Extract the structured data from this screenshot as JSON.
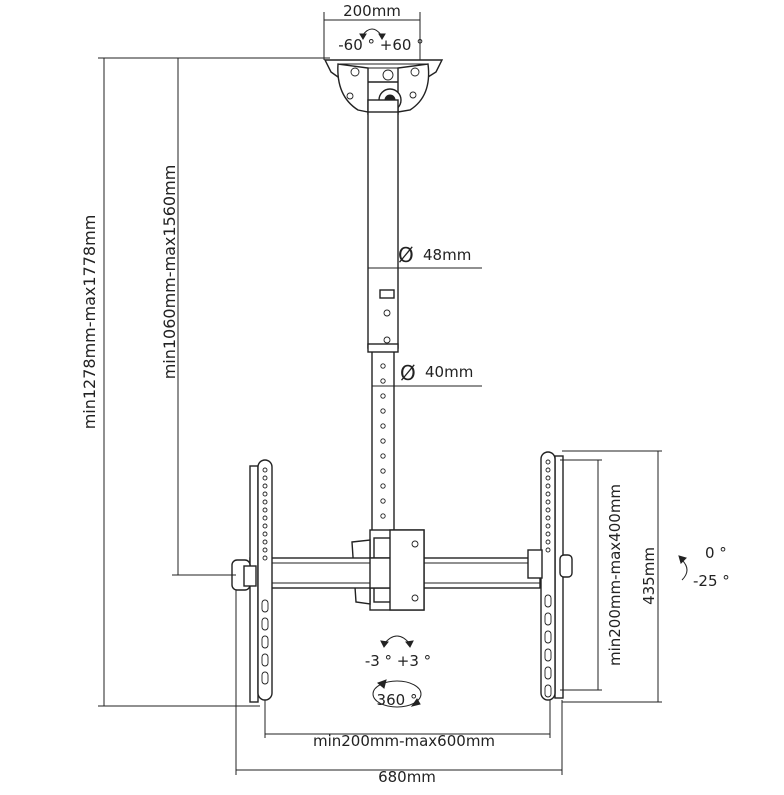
{
  "dimensions": {
    "top_plate_width": "200mm",
    "ceiling_tilt": "-60 °  +60 °",
    "pole_upper_diameter": "48mm",
    "pole_lower_diameter": "40mm",
    "overall_height": "min1278mm-max1778mm",
    "pole_height": "min1060mm-max1560mm",
    "vertical_hole_spacing": "min200mm-max400mm",
    "bracket_height": "435mm",
    "screen_tilt_top": "0 °",
    "screen_tilt_bottom": "-25 °",
    "swivel": "-3 °  +3 °",
    "rotation": "360 °",
    "horizontal_hole_spacing": "min200mm-max600mm",
    "overall_width": "680mm"
  },
  "symbols": {
    "diameter": "Ø"
  }
}
